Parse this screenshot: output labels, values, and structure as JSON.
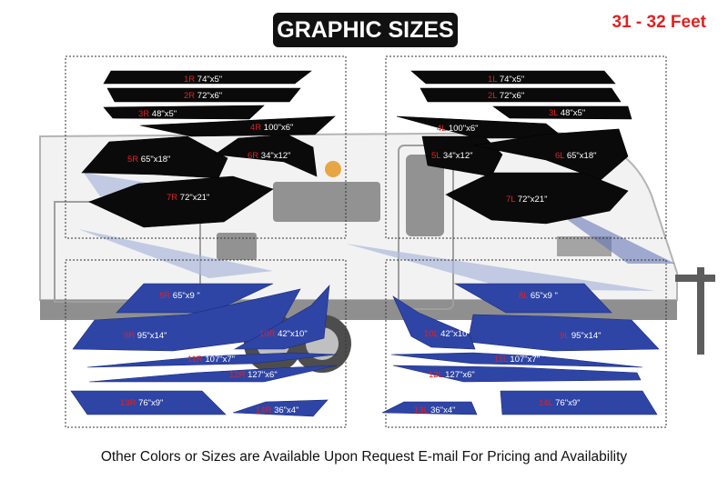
{
  "title": "GRAPHIC SIZES",
  "size_range": "31 - 32 Feet",
  "footer": "Other Colors or Sizes are Available Upon Request E-mail For Pricing and Availability",
  "colors": {
    "decal_black": "#0a0a0a",
    "decal_blue": "#2e45a6",
    "code_red": "#e32020",
    "label_white": "#ffffff",
    "trailer_gray": "#b9b9b9",
    "trailer_dark": "#7d7d7d",
    "frame_border": "#333333"
  },
  "decals": [
    {
      "code": "1R",
      "size": "74\"x5\"",
      "color": "black",
      "icon": "stripe-decal"
    },
    {
      "code": "2R",
      "size": "72\"x6\"",
      "color": "black",
      "icon": "stripe-decal"
    },
    {
      "code": "3R",
      "size": "48\"x5\"",
      "color": "black",
      "icon": "stripe-decal"
    },
    {
      "code": "4R",
      "size": "100\"x6\"",
      "color": "black",
      "icon": "stripe-decal"
    },
    {
      "code": "5R",
      "size": "65\"x18\"",
      "color": "black",
      "icon": "swoosh-decal"
    },
    {
      "code": "6R",
      "size": "34\"x12\"",
      "color": "black",
      "icon": "swoosh-decal"
    },
    {
      "code": "7R",
      "size": "72\"x21\"",
      "color": "black",
      "icon": "swoosh-decal"
    },
    {
      "code": "1L",
      "size": "74\"x5\"",
      "color": "black",
      "icon": "stripe-decal"
    },
    {
      "code": "2L",
      "size": "72\"x6\"",
      "color": "black",
      "icon": "stripe-decal"
    },
    {
      "code": "3L",
      "size": "48\"x5\"",
      "color": "black",
      "icon": "stripe-decal"
    },
    {
      "code": "4L",
      "size": "100\"x6\"",
      "color": "black",
      "icon": "stripe-decal"
    },
    {
      "code": "5L",
      "size": "34\"x12\"",
      "color": "black",
      "icon": "swoosh-decal"
    },
    {
      "code": "6L",
      "size": "65\"x18\"",
      "color": "black",
      "icon": "swoosh-decal"
    },
    {
      "code": "7L",
      "size": "72\"x21\"",
      "color": "black",
      "icon": "swoosh-decal"
    },
    {
      "code": "8R",
      "size": "65\"x9 \"",
      "color": "blue",
      "icon": "swoosh-decal"
    },
    {
      "code": "9R",
      "size": "95\"x14\"",
      "color": "blue",
      "icon": "swoosh-decal"
    },
    {
      "code": "10R",
      "size": "42\"x10\"",
      "color": "blue",
      "icon": "swoosh-decal"
    },
    {
      "code": "11R",
      "size": "107\"x7\"",
      "color": "blue",
      "icon": "stripe-decal"
    },
    {
      "code": "12R",
      "size": "127\"x6\"",
      "color": "blue",
      "icon": "stripe-decal"
    },
    {
      "code": "13R",
      "size": "76\"x9\"",
      "color": "blue",
      "icon": "stripe-decal"
    },
    {
      "code": "14R",
      "size": "36\"x4\"",
      "color": "blue",
      "icon": "stripe-decal"
    },
    {
      "code": "8L",
      "size": "65\"x9 \"",
      "color": "blue",
      "icon": "swoosh-decal"
    },
    {
      "code": "9L",
      "size": "95\"x14\"",
      "color": "blue",
      "icon": "swoosh-decal"
    },
    {
      "code": "10L",
      "size": "42\"x10\"",
      "color": "blue",
      "icon": "swoosh-decal"
    },
    {
      "code": "11L",
      "size": "107\"x7\"",
      "color": "blue",
      "icon": "stripe-decal"
    },
    {
      "code": "12L",
      "size": "127\"x6\"",
      "color": "blue",
      "icon": "stripe-decal"
    },
    {
      "code": "13L",
      "size": "36\"x4\"",
      "color": "blue",
      "icon": "stripe-decal"
    },
    {
      "code": "14L",
      "size": "76\"x9\"",
      "color": "blue",
      "icon": "stripe-decal"
    }
  ]
}
